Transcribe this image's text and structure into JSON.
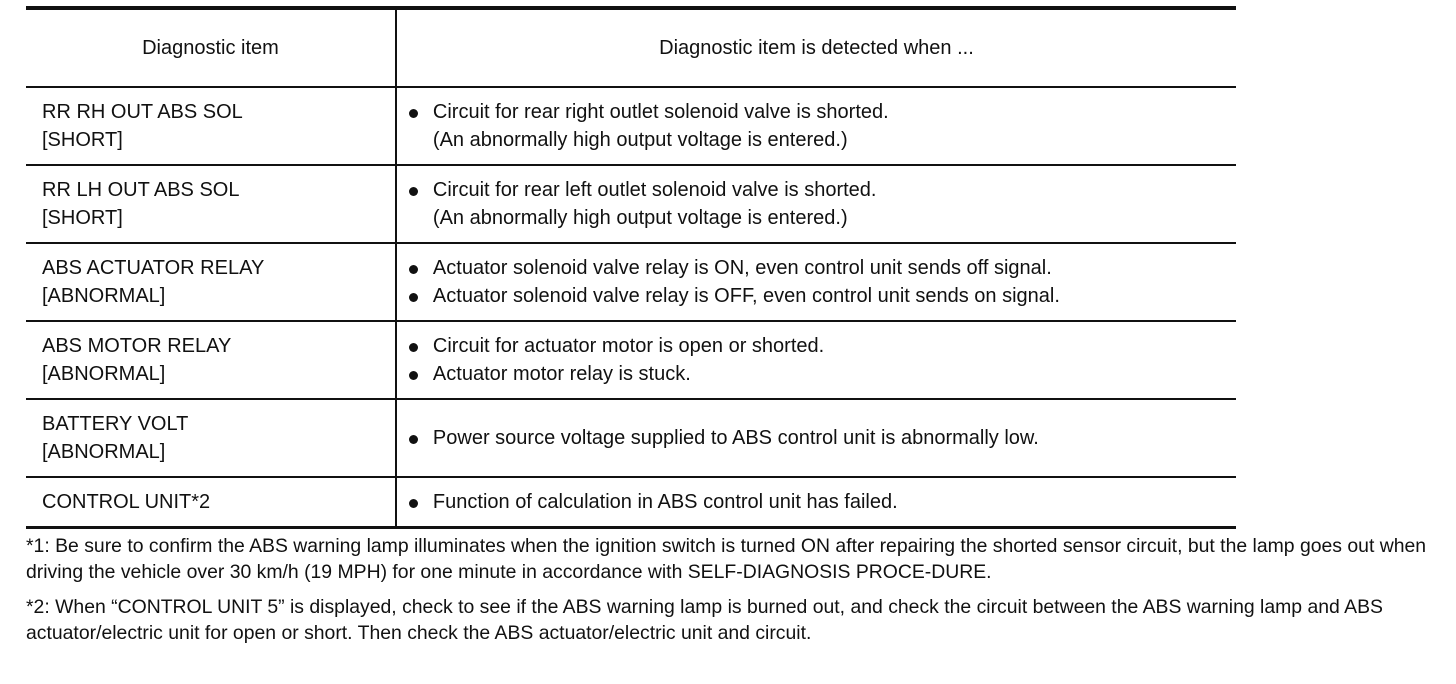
{
  "table": {
    "headers": {
      "item": "Diagnostic item",
      "description": "Diagnostic item is detected when ..."
    },
    "rows": [
      {
        "item_lines": [
          "RR RH OUT ABS SOL",
          "[SHORT]"
        ],
        "bullet": "Circuit for rear right outlet solenoid valve is shorted.",
        "note": "(An abnormally high output voltage is entered.)"
      },
      {
        "item_lines": [
          "RR LH OUT ABS SOL",
          "[SHORT]"
        ],
        "bullet": "Circuit for rear left outlet solenoid valve is shorted.",
        "note": "(An abnormally high output voltage is entered.)"
      },
      {
        "item_lines": [
          "ABS ACTUATOR RELAY",
          "[ABNORMAL]"
        ],
        "bullets": [
          "Actuator solenoid valve relay is ON, even control unit sends off signal.",
          "Actuator solenoid valve relay is OFF, even control unit sends on signal."
        ]
      },
      {
        "item_lines": [
          "ABS MOTOR RELAY",
          "[ABNORMAL]"
        ],
        "bullets": [
          "Circuit for actuator motor is open or shorted.",
          "Actuator motor relay is stuck."
        ]
      },
      {
        "item_lines": [
          "BATTERY VOLT",
          "[ABNORMAL]"
        ],
        "bullet": "Power source voltage supplied to ABS control unit is abnormally low."
      },
      {
        "item_lines": [
          "CONTROL UNIT*2"
        ],
        "bullet": "Function of calculation in ABS control unit has failed."
      }
    ]
  },
  "footnotes": [
    "*1: Be sure to confirm the ABS warning lamp illuminates when the ignition switch is turned ON after repairing the shorted sensor circuit, but the lamp goes out when driving the vehicle over 30 km/h (19 MPH) for one minute in accordance with SELF-DIAGNOSIS PROCE-DURE.",
    "*2: When “CONTROL UNIT 5” is displayed, check to see if the ABS warning lamp is burned out, and check the circuit between the ABS warning lamp and ABS actuator/electric unit for open or short. Then check the ABS actuator/electric unit and circuit."
  ]
}
